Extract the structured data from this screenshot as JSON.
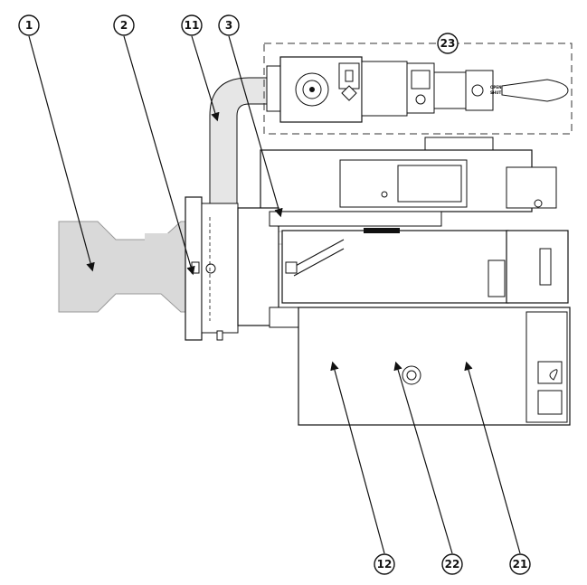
{
  "callouts": [
    {
      "id": "c1",
      "label": "1"
    },
    {
      "id": "c2",
      "label": "2"
    },
    {
      "id": "c11",
      "label": "11"
    },
    {
      "id": "c3",
      "label": "3"
    },
    {
      "id": "c23",
      "label": "23"
    },
    {
      "id": "c12",
      "label": "12"
    },
    {
      "id": "c22",
      "label": "22"
    },
    {
      "id": "c21",
      "label": "21"
    }
  ],
  "valve_labels": {
    "open": "OPEN",
    "shut": "SHUT"
  },
  "colors": {
    "line": "#111111",
    "blast_tube": "#d9d9d9",
    "body": "#ffffff",
    "dashed_box": "#333333"
  },
  "icons": [
    "flame-indicator-icon",
    "rotary-knob-icon",
    "handle-lever-icon"
  ]
}
